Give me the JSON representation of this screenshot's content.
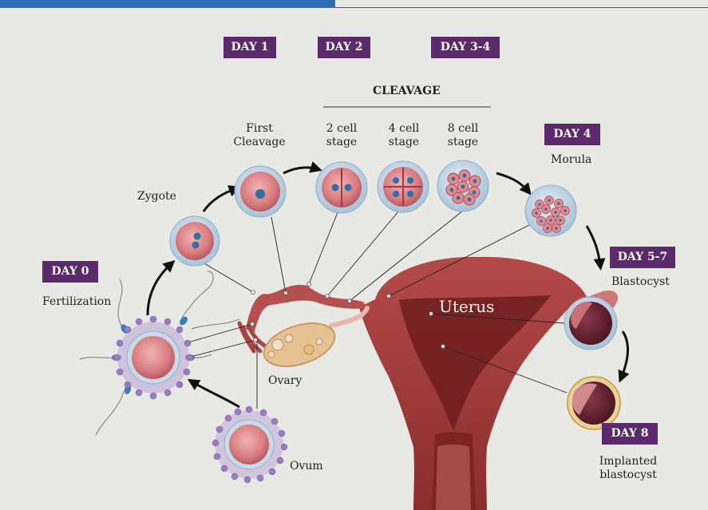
{
  "days": {
    "day1": "DAY 1",
    "day2": "DAY 2",
    "day34": "DAY 3-4",
    "day4": "DAY 4",
    "day57": "DAY 5-7",
    "day0": "DAY 0",
    "day8": "DAY 8"
  },
  "labels": {
    "cleavage": "CLEAVAGE",
    "first_cleavage_1": "First",
    "first_cleavage_2": "Cleavage",
    "cell2_1": "2 cell",
    "cell2_2": "stage",
    "cell4_1": "4 cell",
    "cell4_2": "stage",
    "cell8_1": "8 cell",
    "cell8_2": "stage",
    "morula": "Morula",
    "zygote": "Zygote",
    "blastocyst": "Blastocyst",
    "fertilization": "Fertilization",
    "uterus": "Uterus",
    "ovary": "Ovary",
    "ovum": "Ovum",
    "implanted_1": "Implanted",
    "implanted_2": "blastocyst"
  },
  "colors": {
    "badge": "#5b2a6b",
    "uterus": "#a0413f",
    "uterus_dark": "#7a2424",
    "cell": "#d97c80",
    "nucleus": "#2f6fa8",
    "zona": "#b9cfe0",
    "sperm_head": "#3a7db8",
    "corona": "#9a7cc0"
  }
}
